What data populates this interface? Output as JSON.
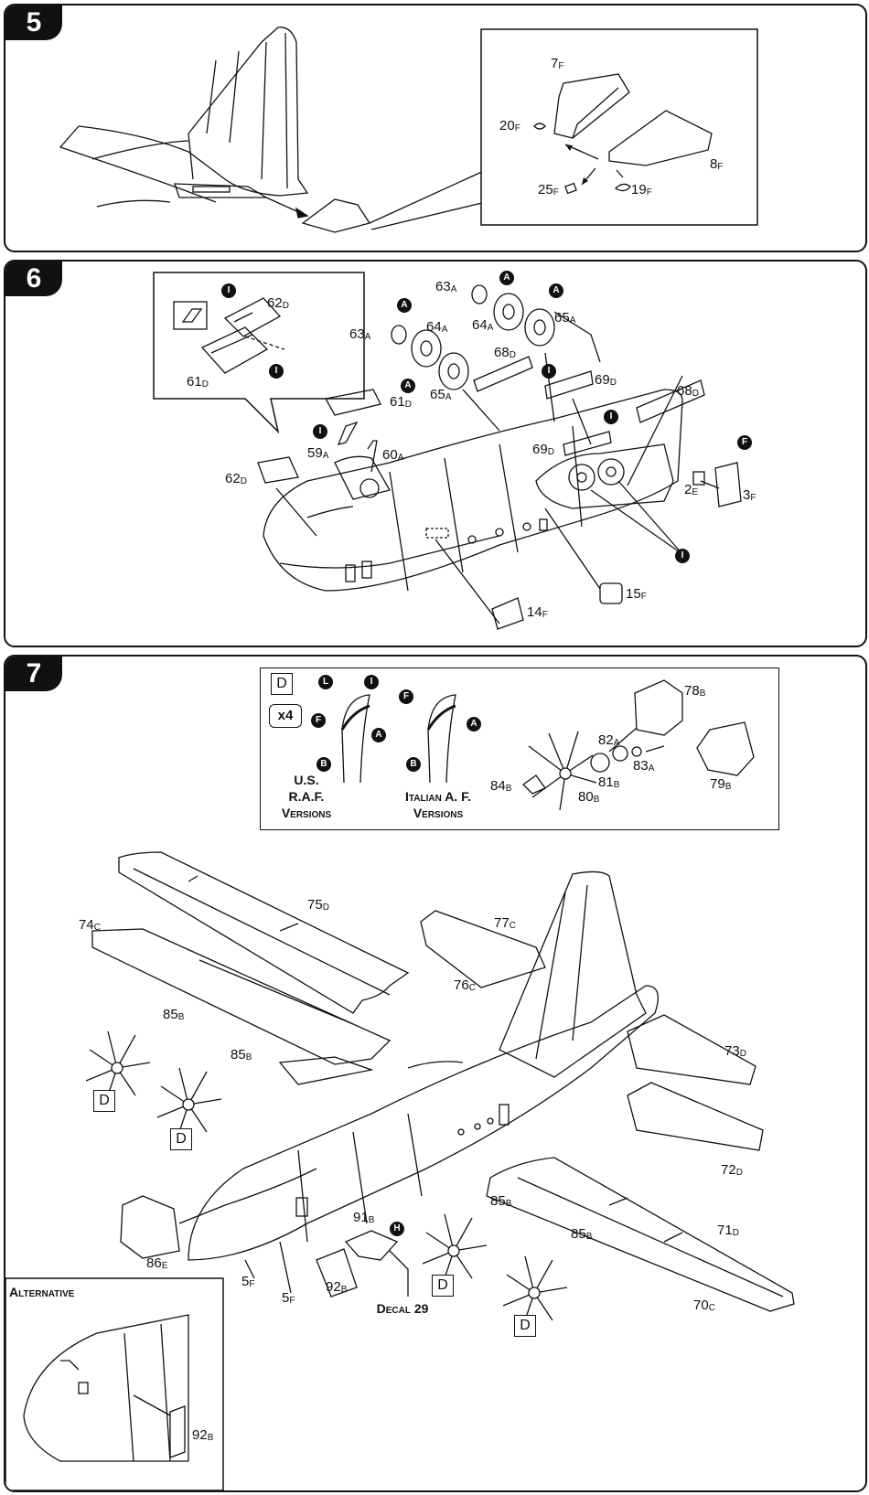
{
  "steps": [
    {
      "number": "5"
    },
    {
      "number": "6"
    },
    {
      "number": "7"
    }
  ],
  "step5": {
    "parts": [
      {
        "num": "7",
        "suf": "F"
      },
      {
        "num": "20",
        "suf": "F"
      },
      {
        "num": "8",
        "suf": "F"
      },
      {
        "num": "25",
        "suf": "F"
      },
      {
        "num": "19",
        "suf": "F"
      }
    ]
  },
  "step6": {
    "parts": [
      {
        "num": "62",
        "suf": "D"
      },
      {
        "num": "61",
        "suf": "D"
      },
      {
        "num": "63",
        "suf": "A"
      },
      {
        "num": "63",
        "suf": "A"
      },
      {
        "num": "64",
        "suf": "A"
      },
      {
        "num": "64",
        "suf": "A"
      },
      {
        "num": "65",
        "suf": "A"
      },
      {
        "num": "65",
        "suf": "A"
      },
      {
        "num": "68",
        "suf": "D"
      },
      {
        "num": "69",
        "suf": "D"
      },
      {
        "num": "68",
        "suf": "D"
      },
      {
        "num": "61",
        "suf": "D"
      },
      {
        "num": "59",
        "suf": "A"
      },
      {
        "num": "60",
        "suf": "A"
      },
      {
        "num": "69",
        "suf": "D"
      },
      {
        "num": "62",
        "suf": "D"
      },
      {
        "num": "2",
        "suf": "E"
      },
      {
        "num": "3",
        "suf": "F"
      },
      {
        "num": "15",
        "suf": "F"
      },
      {
        "num": "14",
        "suf": "F"
      }
    ],
    "badges": [
      "I",
      "I",
      "A",
      "A",
      "A",
      "A",
      "I",
      "I",
      "I",
      "I",
      "F"
    ]
  },
  "step7": {
    "detail_box_label": "D",
    "quantity": "x4",
    "us_raf_caption": [
      "U.S.",
      "R.A.F.",
      "Versions"
    ],
    "italian_caption": [
      "Italian A. F.",
      "Versions"
    ],
    "color_badges": [
      "L",
      "I",
      "F",
      "A",
      "B",
      "F",
      "A",
      "B"
    ],
    "parts": [
      {
        "num": "78",
        "suf": "B"
      },
      {
        "num": "82",
        "suf": "A"
      },
      {
        "num": "83",
        "suf": "A"
      },
      {
        "num": "81",
        "suf": "B"
      },
      {
        "num": "84",
        "suf": "B"
      },
      {
        "num": "80",
        "suf": "B"
      },
      {
        "num": "79",
        "suf": "B"
      },
      {
        "num": "75",
        "suf": "D"
      },
      {
        "num": "74",
        "suf": "C"
      },
      {
        "num": "77",
        "suf": "C"
      },
      {
        "num": "76",
        "suf": "C"
      },
      {
        "num": "85",
        "suf": "B"
      },
      {
        "num": "85",
        "suf": "B"
      },
      {
        "num": "73",
        "suf": "D"
      },
      {
        "num": "72",
        "suf": "D"
      },
      {
        "num": "85",
        "suf": "B"
      },
      {
        "num": "85",
        "suf": "B"
      },
      {
        "num": "71",
        "suf": "D"
      },
      {
        "num": "70",
        "suf": "C"
      },
      {
        "num": "91",
        "suf": "B"
      },
      {
        "num": "86",
        "suf": "E"
      },
      {
        "num": "92",
        "suf": "B"
      },
      {
        "num": "5",
        "suf": "F"
      },
      {
        "num": "5",
        "suf": "F"
      },
      {
        "num": "92",
        "suf": "B"
      }
    ],
    "prop_markers": [
      "D",
      "D",
      "D",
      "D"
    ],
    "decal_label": "Decal 29",
    "decal_badge": "H",
    "alternative_label": "Alternative"
  }
}
